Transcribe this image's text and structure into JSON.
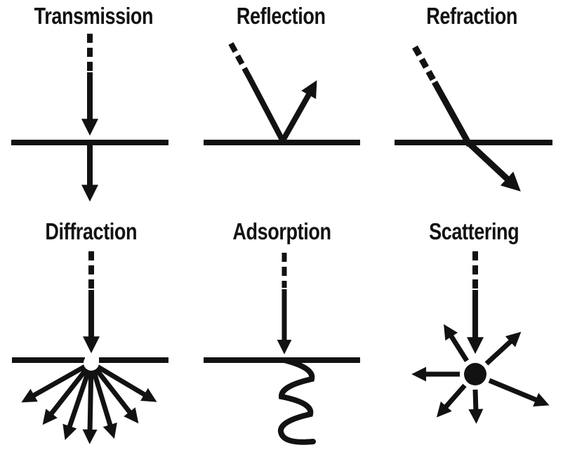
{
  "figure": {
    "background_color": "#ffffff",
    "ink_color": "#121212",
    "description_icons": [
      "transmission-diagram",
      "reflection-diagram",
      "refraction-diagram",
      "diffraction-diagram",
      "adsorption-diagram",
      "scattering-diagram"
    ]
  },
  "panels": [
    {
      "title": "Transmission"
    },
    {
      "title": "Reflection"
    },
    {
      "title": "Refraction"
    },
    {
      "title": "Diffraction"
    },
    {
      "title": "Adsorption"
    },
    {
      "title": "Scattering"
    }
  ]
}
